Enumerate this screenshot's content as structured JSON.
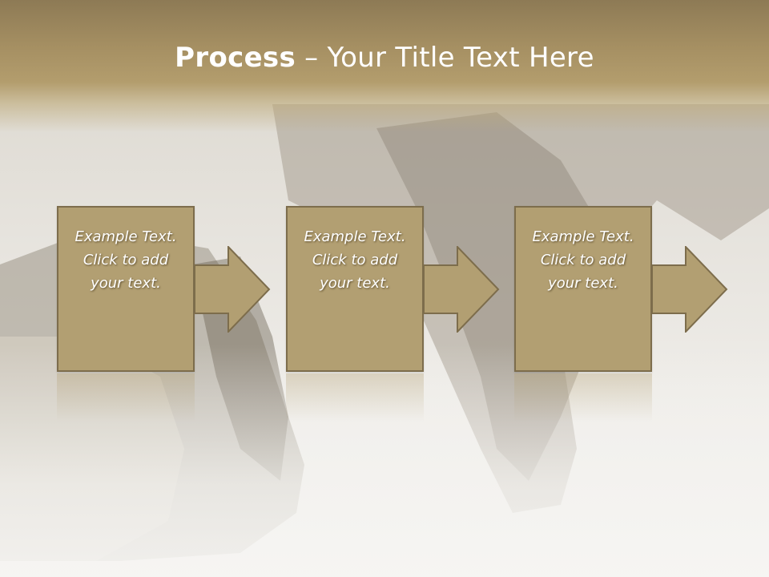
{
  "slide": {
    "title_bold": "Process",
    "title_rest": " – Your Title Text Here"
  },
  "steps": [
    {
      "text": "Example Text.\nClick  to add\nyour text."
    },
    {
      "text": "Example Text.\nClick  to add\nyour text."
    },
    {
      "text": "Example Text.\nClick  to add\nyour text."
    }
  ],
  "colors": {
    "title_band": "#a58f62",
    "box_fill": "#b29f72",
    "box_border": "#7d6d4c",
    "title_text": "#ffffff"
  }
}
